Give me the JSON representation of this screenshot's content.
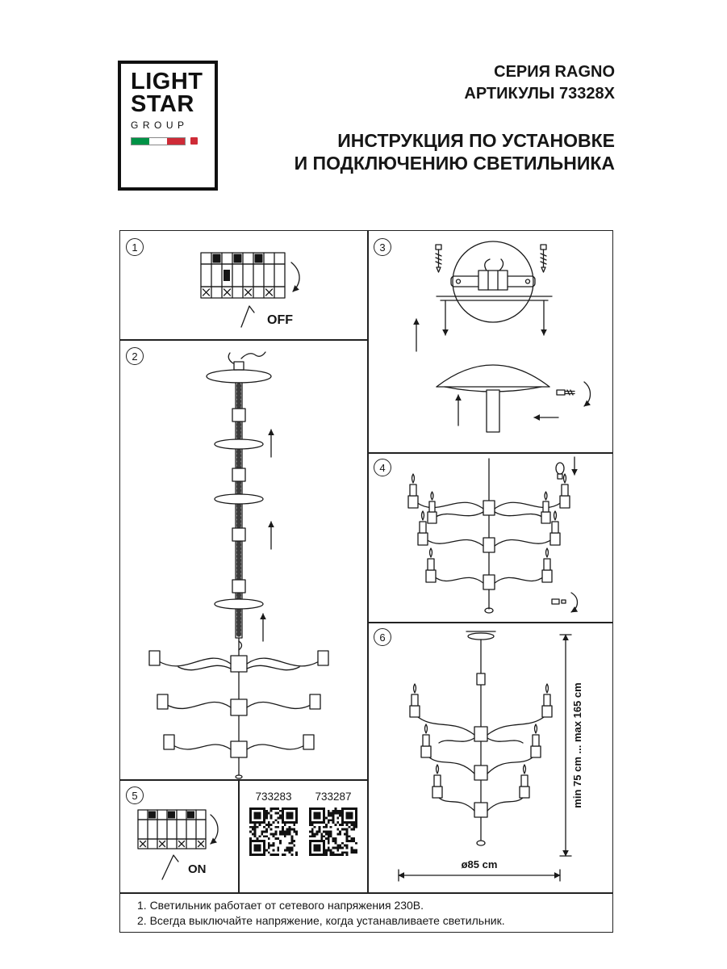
{
  "header": {
    "logo": {
      "line1": "LIGHT",
      "line2": "STAR",
      "line3": "GROUP"
    },
    "series": "СЕРИЯ RAGNO",
    "articles": "АРТИКУЛЫ 73328X",
    "instruction_line1": "ИНСТРУКЦИЯ ПО УСТАНОВКЕ",
    "instruction_line2": "И ПОДКЛЮЧЕНИЮ СВЕТИЛЬНИКА"
  },
  "steps": {
    "s1": {
      "number": "1",
      "label": "OFF"
    },
    "s2": {
      "number": "2"
    },
    "s3": {
      "number": "3"
    },
    "s4": {
      "number": "4"
    },
    "s5": {
      "number": "5",
      "label": "ON"
    },
    "s6": {
      "number": "6",
      "dim_vertical": "min 75 cm ... max 165 cm",
      "dim_horizontal": "ø85 cm"
    }
  },
  "qr": {
    "left_code": "733283",
    "right_code": "733287"
  },
  "footer": {
    "note1": "1. Светильник работает от сетевого напряжения 230В.",
    "note2": "2. Всегда выключайте напряжение, когда устанавливаете светильник."
  }
}
